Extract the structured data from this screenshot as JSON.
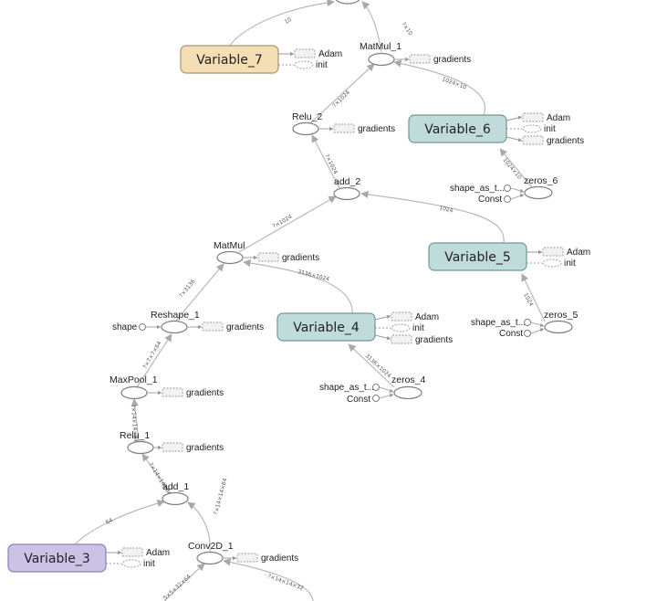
{
  "colors": {
    "variable_orange": "#f5deb3",
    "variable_teal": "#bfdcdb",
    "variable_purple": "#cbc2e6",
    "edge": "#b9b9b9",
    "op_stroke": "#7f7f7f"
  },
  "nodes": {
    "variable_7": "Variable_7",
    "variable_6": "Variable_6",
    "variable_5": "Variable_5",
    "variable_4": "Variable_4",
    "variable_3": "Variable_3",
    "matmul_1": "MatMul_1",
    "relu_2": "Relu_2",
    "add_2": "add_2",
    "matmul": "MatMul",
    "reshape_1": "Reshape_1",
    "maxpool_1": "MaxPool_1",
    "relu_1": "Relu_1",
    "add_1": "add_1",
    "conv2d_1": "Conv2D_1",
    "zeros_6": "zeros_6",
    "zeros_5": "zeros_5",
    "zeros_4": "zeros_4"
  },
  "aux": {
    "adam": "Adam",
    "init": "init",
    "gradients": "gradients",
    "shape": "shape",
    "shape_as_t": "shape_as_t...",
    "const": "Const"
  },
  "edge_labels": {
    "v7_to_top": "10",
    "matmul1_to_top": "?×10",
    "v6_to_matmul1": "1024×10",
    "relu2_to_matmul1": "?×1024",
    "add2_to_relu2": "?×1024",
    "zeros6_to_v6": "1024×10",
    "v5_to_add2": "1024",
    "matmul_to_add2": "?×1024",
    "v4_to_matmul": "3136×1024",
    "reshape1_to_matmul": "?×3136",
    "zeros5_to_v5": "1024",
    "zeros4_to_v4": "3136×1024",
    "maxpool1_to_reshape1": "?×7×7×64",
    "relu1_to_maxpool1": "?×14×14×64",
    "add1_to_relu1": "?×14×14×64",
    "v3_to_add1": "64",
    "conv2d1_to_add1": "?×14×14×64",
    "bottom_left_to_conv2d1": "5×5×32×64",
    "bottom_right_to_conv2d1": "?×14×14×32"
  }
}
